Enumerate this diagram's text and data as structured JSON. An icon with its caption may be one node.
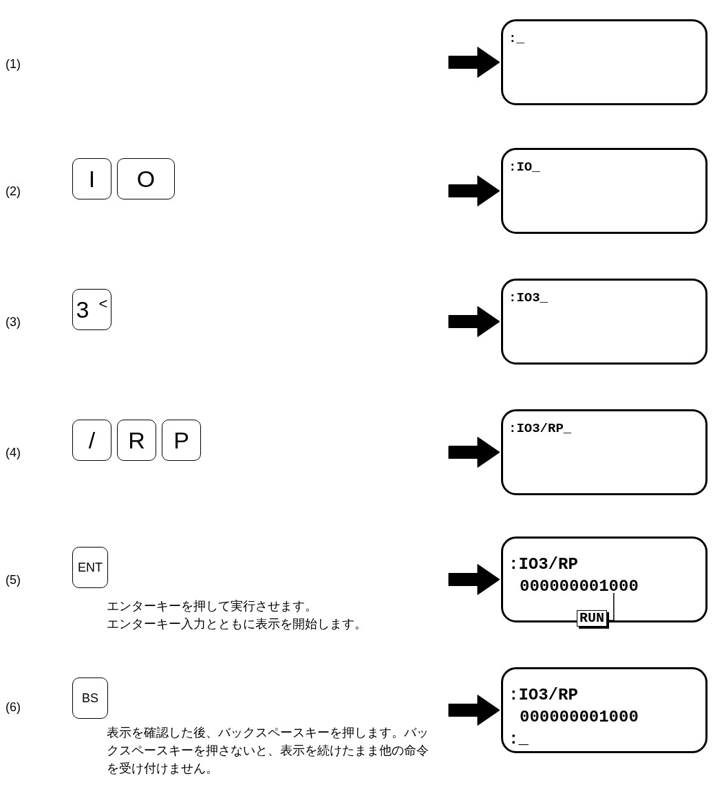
{
  "diagram": {
    "nodes": [
      {
        "text": [
          ":_"
        ]
      },
      {
        "text": [
          "I"
        ]
      },
      {
        "text": [
          "O"
        ]
      },
      {
        "text": [
          ":IO_"
        ]
      },
      {
        "text": [
          "3",
          "<"
        ]
      },
      {
        "text": [
          ":IO3_"
        ]
      },
      {
        "text": [
          "/"
        ]
      },
      {
        "text": [
          "R"
        ]
      },
      {
        "text": [
          "P"
        ]
      },
      {
        "text": [
          ":IO3/RP_"
        ]
      },
      {
        "text": [
          "ENT"
        ]
      },
      {
        "text": [
          ":IO3/RP",
          "000000001000"
        ]
      },
      {
        "text": [
          "RUN"
        ],
        "in": 11
      },
      {
        "text": [
          "BS"
        ]
      },
      {
        "text": [
          ":IO3/RP",
          "000000001000",
          ":_"
        ]
      }
    ],
    "edges": [
      {
        "from": null,
        "to": 0,
        "arrow": "to"
      },
      {
        "from": null,
        "to": 3,
        "arrow": "to"
      },
      {
        "from": null,
        "to": 5,
        "arrow": "to"
      },
      {
        "from": null,
        "to": 9,
        "arrow": "to"
      },
      {
        "from": null,
        "to": 11,
        "arrow": "to"
      },
      {
        "from": null,
        "to": 14,
        "arrow": "to"
      },
      {
        "from": 12,
        "to": null,
        "arrow": "none"
      }
    ],
    "labels": [
      "(1)",
      "(2)",
      "(3)",
      "(4)",
      "(5)",
      "エンターキーを押して実行させます。",
      "エンターキー入力とともに表示を開始します。",
      "(6)",
      "表示を確認した後、バックスペースキーを押します。バックスペースキーを押さないと、表示を続けたまま他の命令を受け付けません。"
    ]
  }
}
